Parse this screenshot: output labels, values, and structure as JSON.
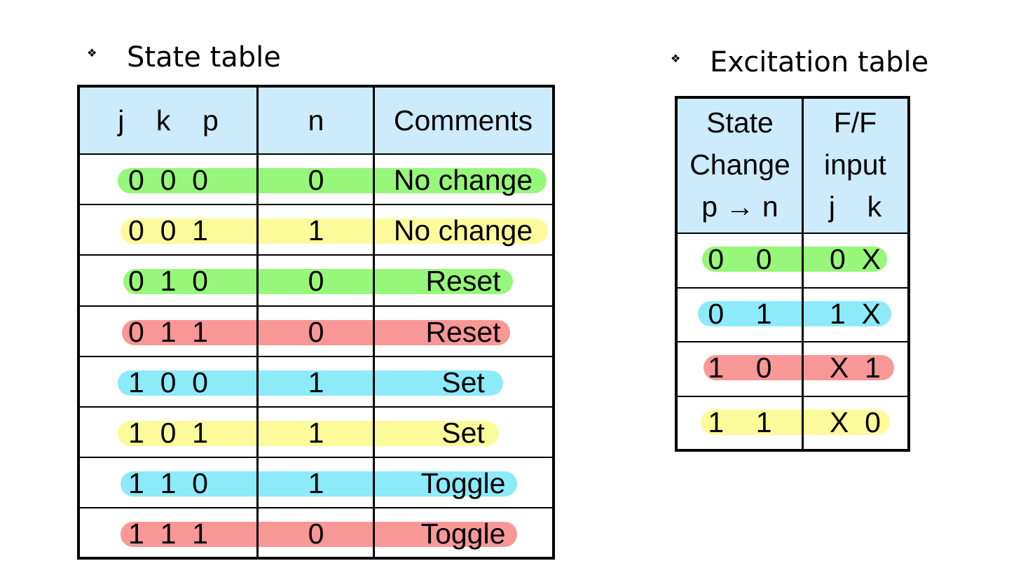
{
  "state_table": {
    "title": "State table",
    "headers": {
      "jkp": "j    k    p",
      "n": "n",
      "comments": "Comments"
    },
    "rows": [
      {
        "jkp": "0  0  0",
        "n": "0",
        "comment": "No change",
        "color": "#97f77a"
      },
      {
        "jkp": "0  0  1",
        "n": "1",
        "comment": "No change",
        "color": "#fbfb9c"
      },
      {
        "jkp": "0  1  0",
        "n": "0",
        "comment": "Reset",
        "color": "#97f77a"
      },
      {
        "jkp": "0  1  1",
        "n": "0",
        "comment": "Reset",
        "color": "#f99797"
      },
      {
        "jkp": "1  0  0",
        "n": "1",
        "comment": "Set",
        "color": "#8ceaf9"
      },
      {
        "jkp": "1  0  1",
        "n": "1",
        "comment": "Set",
        "color": "#fbfb9c"
      },
      {
        "jkp": "1  1  0",
        "n": "1",
        "comment": "Toggle",
        "color": "#8ceaf9"
      },
      {
        "jkp": "1  1  1",
        "n": "0",
        "comment": "Toggle",
        "color": "#f99797"
      }
    ]
  },
  "excitation_table": {
    "title": "Excitation table",
    "headers": {
      "state_line1": "State",
      "state_line2": "Change",
      "state_line3": "p → n",
      "ff_line1": "F/F",
      "ff_line2": "input",
      "ff_line3": "j    k"
    },
    "rows": [
      {
        "change": "0    0",
        "input": "0  X",
        "color": "#97f77a"
      },
      {
        "change": "0    1",
        "input": "1  X",
        "color": "#8ceaf9"
      },
      {
        "change": "1    0",
        "input": "X  1",
        "color": "#f99797"
      },
      {
        "change": "1    1",
        "input": "X  0",
        "color": "#fbfb9c"
      }
    ]
  },
  "bullet_glyph": "❖",
  "header_bg": "#ccecfb"
}
